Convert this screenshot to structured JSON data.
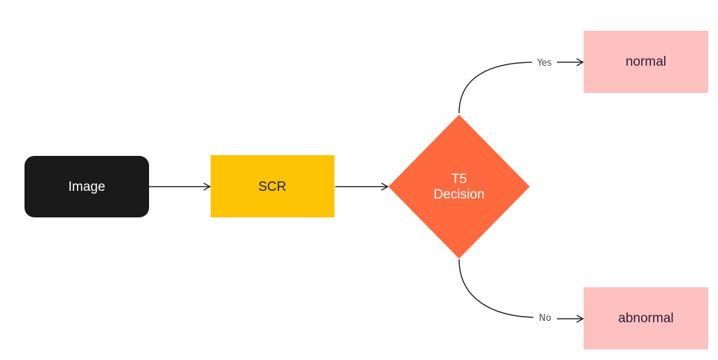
{
  "nodes": {
    "image": {
      "label": "Image",
      "color": "#1a1a1a",
      "text_color": "#ffffff"
    },
    "scr": {
      "label": "SCR",
      "color": "#fcc404",
      "text_color": "#222222"
    },
    "decision": {
      "label_line1": "T5",
      "label_line2": "Decision",
      "color": "#fe6a3e",
      "text_color": "#ffffff"
    },
    "normal": {
      "label": "normal",
      "color": "#ffc0c0",
      "text_color": "#2a1f3a"
    },
    "abnormal": {
      "label": "abnormal",
      "color": "#ffc0c0",
      "text_color": "#2a1f3a"
    }
  },
  "edges": {
    "yes_label": "Yes",
    "no_label": "No",
    "line_color": "#222222"
  }
}
